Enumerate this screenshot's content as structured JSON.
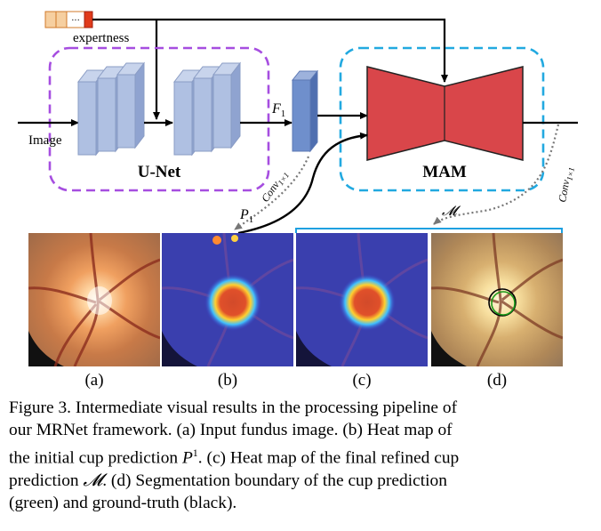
{
  "diagram": {
    "expertness_label": "expertness",
    "image_label": "Image",
    "unet_label": "U-Net",
    "mam_label": "MAM",
    "f1_label": "F",
    "f1_sub": "1",
    "conv_label": "Conv",
    "conv_sub": "1×1",
    "p1_label": "P",
    "p1_sub": "1",
    "m_label": "𝓜"
  },
  "panels": [
    {
      "label": "(a)",
      "content": "Input fundus image"
    },
    {
      "label": "(b)",
      "content": "Heat map of the initial cup prediction"
    },
    {
      "label": "(c)",
      "content": "Heat map of the final refined cup prediction"
    },
    {
      "label": "(d)",
      "content": "Segmentation boundary of the cup prediction and ground-truth"
    }
  ],
  "caption": {
    "line1": "Figure 3. Intermediate visual results in the processing pipeline of",
    "line2": "our MRNet framework. (a) Input fundus image. (b) Heat map of",
    "line3a": "the initial cup prediction ",
    "line3b": "P",
    "line3c": "1",
    "line3d": ". (c) Heat map of the final refined cup",
    "line4a": "prediction ",
    "line4b": "𝓜",
    "line4c": ". (d) Segmentation boundary of the cup prediction",
    "line5": "(green) and ground-truth (black)."
  },
  "colors": {
    "unet_border": "#a64ee0",
    "mam_border": "#22a9e0",
    "unet_block": "#afc0e2",
    "f1_block": "#6f8fcc",
    "mam_fill": "#d9464a",
    "panel_link": "#1ea0e0"
  }
}
